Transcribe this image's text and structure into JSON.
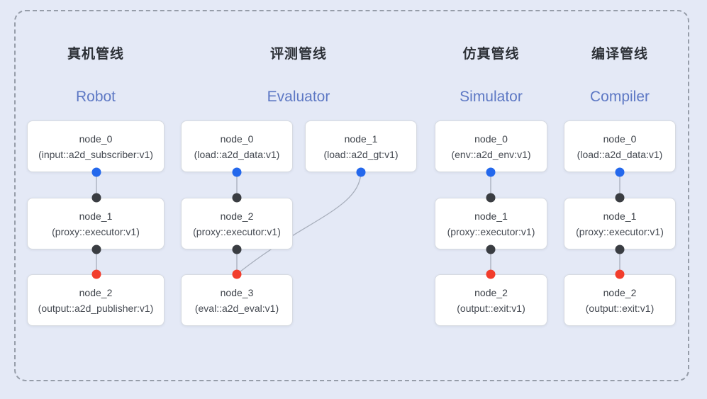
{
  "canvas": {
    "background_color": "#e4e9f6",
    "frame_border_color": "#969da9"
  },
  "colors": {
    "source_port_dot": "#2468ec",
    "proxy_port_dot": "#3a3d42",
    "sink_port_dot": "#f23d2c",
    "edge_line": "#a7aebb",
    "subtitle_blue": "#5d78c4",
    "title_dark": "#2d3137",
    "node_background": "#ffffff",
    "node_border": "#d6dae1"
  },
  "pipelines": [
    {
      "title_cn": "真机管线",
      "title_en": "Robot",
      "nodes": [
        {
          "name": "node_0",
          "type": "(input::a2d_subscriber:v1)"
        },
        {
          "name": "node_1",
          "type": "(proxy::executor:v1)"
        },
        {
          "name": "node_2",
          "type": "(output::a2d_publisher:v1)"
        }
      ]
    },
    {
      "title_cn": "评测管线",
      "title_en": "Evaluator",
      "nodes": [
        {
          "name": "node_0",
          "type": "(load::a2d_data:v1)"
        },
        {
          "name": "node_1",
          "type": "(load::a2d_gt:v1)"
        },
        {
          "name": "node_2",
          "type": "(proxy::executor:v1)"
        },
        {
          "name": "node_3",
          "type": "(eval::a2d_eval:v1)"
        }
      ]
    },
    {
      "title_cn": "仿真管线",
      "title_en": "Simulator",
      "nodes": [
        {
          "name": "node_0",
          "type": "(env::a2d_env:v1)"
        },
        {
          "name": "node_1",
          "type": "(proxy::executor:v1)"
        },
        {
          "name": "node_2",
          "type": "(output::exit:v1)"
        }
      ]
    },
    {
      "title_cn": "编译管线",
      "title_en": "Compiler",
      "nodes": [
        {
          "name": "node_0",
          "type": "(load::a2d_data:v1)"
        },
        {
          "name": "node_1",
          "type": "(proxy::executor:v1)"
        },
        {
          "name": "node_2",
          "type": "(output::exit:v1)"
        }
      ]
    }
  ]
}
